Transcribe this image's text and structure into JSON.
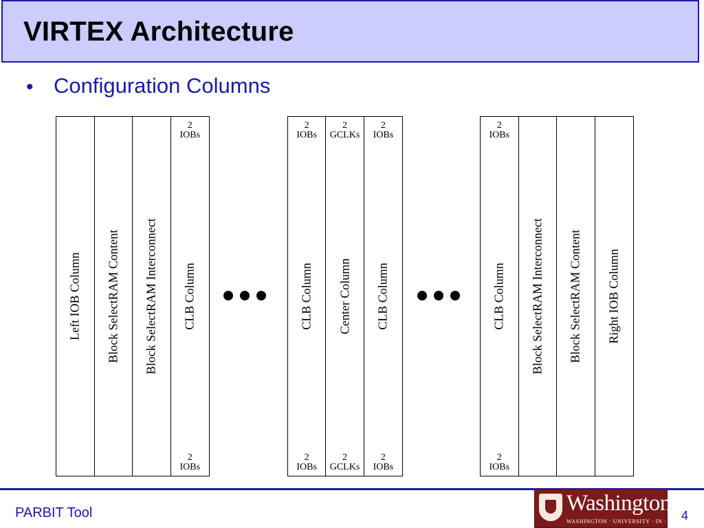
{
  "slide": {
    "title": "VIRTEX Architecture",
    "bullet": "Configuration Columns",
    "footer_left": "PARBIT Tool",
    "page_number": "4",
    "logo": {
      "word": "Washington",
      "sub": "WASHINGTON · UNIVERSITY · IN · ST · LOUIS"
    }
  },
  "groups": [
    {
      "columns": [
        {
          "label": "Left IOB Column",
          "top": null,
          "bottom": null
        },
        {
          "label": "Block SelectRAM Content",
          "top": null,
          "bottom": null
        },
        {
          "label": "Block SelectRAM Interconnect",
          "top": null,
          "bottom": null
        },
        {
          "label": "CLB Column",
          "top": {
            "n": "2",
            "t": "IOBs"
          },
          "bottom": {
            "n": "2",
            "t": "IOBs"
          }
        }
      ]
    },
    {
      "columns": [
        {
          "label": "CLB Column",
          "top": {
            "n": "2",
            "t": "IOBs"
          },
          "bottom": {
            "n": "2",
            "t": "IOBs"
          }
        },
        {
          "label": "Center Column",
          "top": {
            "n": "2",
            "t": "GCLKs"
          },
          "bottom": {
            "n": "2",
            "t": "GCLKs"
          }
        },
        {
          "label": "CLB Column",
          "top": {
            "n": "2",
            "t": "IOBs"
          },
          "bottom": {
            "n": "2",
            "t": "IOBs"
          }
        }
      ]
    },
    {
      "columns": [
        {
          "label": "CLB Column",
          "top": {
            "n": "2",
            "t": "IOBs"
          },
          "bottom": {
            "n": "2",
            "t": "IOBs"
          }
        },
        {
          "label": "Block SelectRAM Interconnect",
          "top": null,
          "bottom": null
        },
        {
          "label": "Block SelectRAM Content",
          "top": null,
          "bottom": null
        },
        {
          "label": "Right IOB Column",
          "top": null,
          "bottom": null
        }
      ]
    }
  ],
  "colors": {
    "title_bg": "#ccccff",
    "accent": "#1a1aa6",
    "logo_bg": "#7b1a1a"
  }
}
